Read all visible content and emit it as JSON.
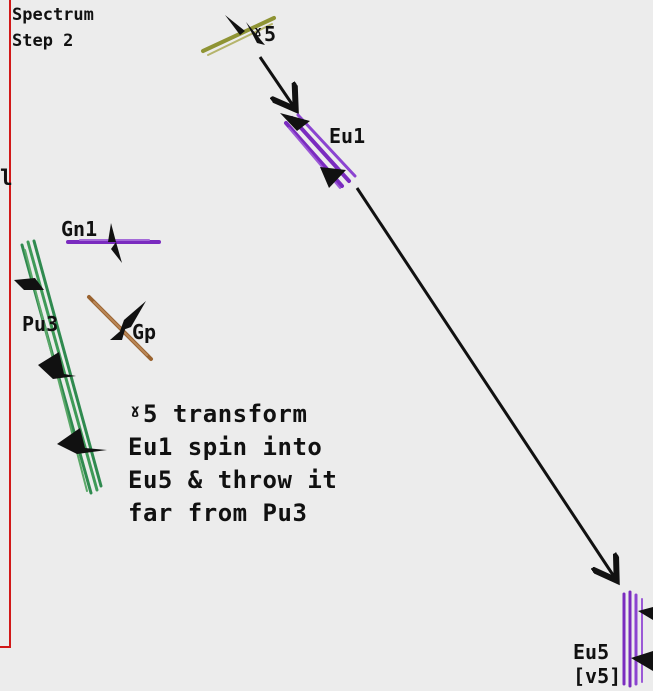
{
  "title_lines": [
    "Spectrum",
    "Step 2"
  ],
  "edge_label": "l",
  "nodes": {
    "y5": {
      "label": "ˠ5",
      "color": "#8f9434"
    },
    "eu1": {
      "label": "Eu1",
      "color": "#7a2bbf"
    },
    "gn1": {
      "label": "Gn1",
      "color": "#7a2bbf"
    },
    "gp": {
      "label": "Gp",
      "color": "#9a6330"
    },
    "pu3": {
      "label": "Pu3",
      "color": "#2f8a4f"
    },
    "eu5": {
      "label": "Eu5",
      "sublabel": "[v5]",
      "color": "#7a2bbf"
    }
  },
  "note_lines": [
    "ˠ5 transform",
    "Eu1 spin into",
    "Eu5 & throw it",
    "far from Pu3"
  ],
  "colors": {
    "frame": "#d11818",
    "arrow": "#111111",
    "background": "#ececec"
  }
}
